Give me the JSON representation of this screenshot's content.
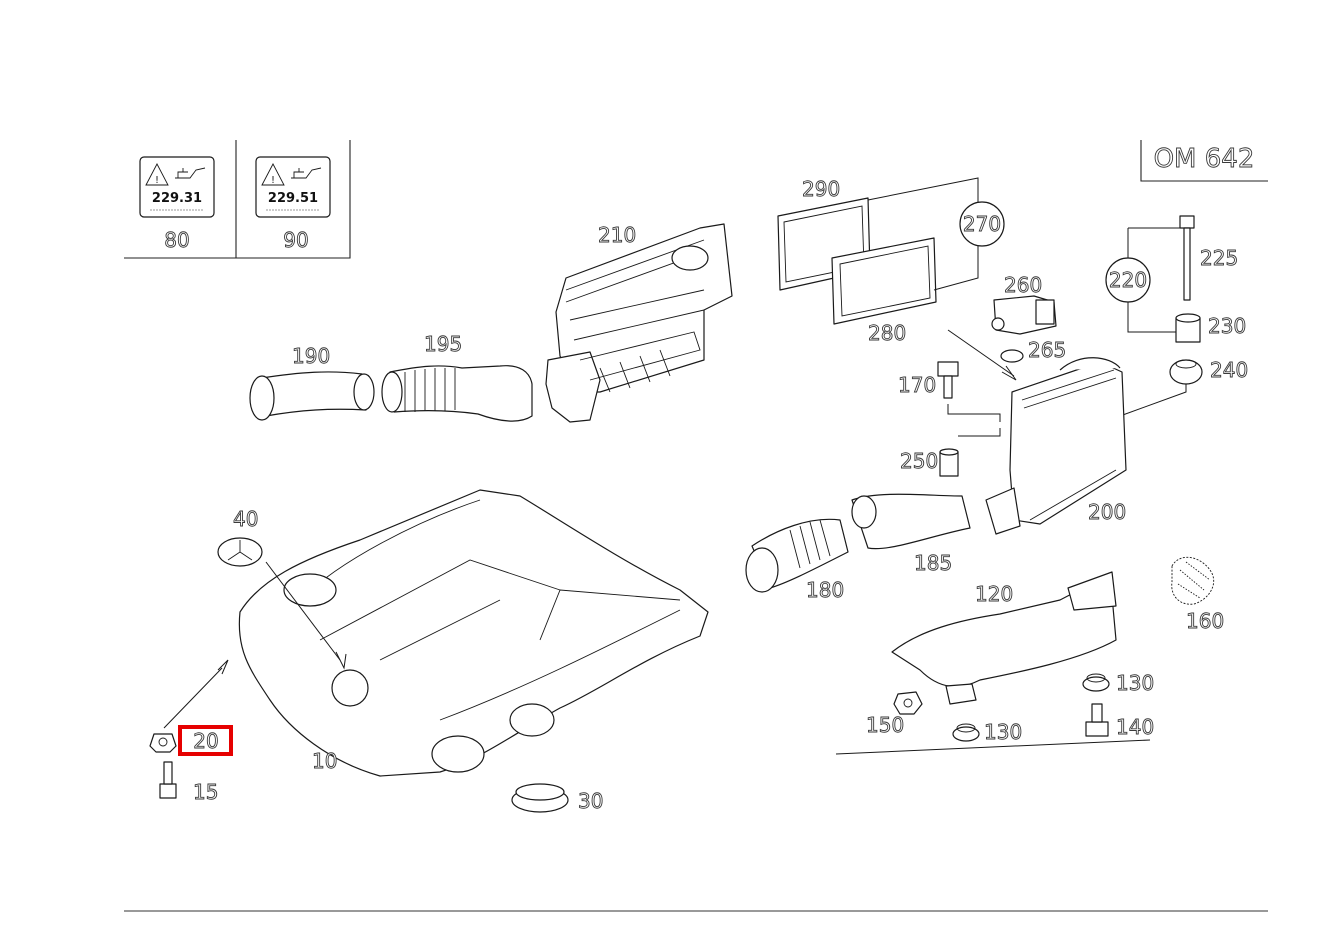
{
  "diagram": {
    "model_label": "OM 642",
    "stickers": [
      {
        "callout": "80",
        "number": "229.31"
      },
      {
        "callout": "90",
        "number": "229.51"
      }
    ],
    "highlighted_callout": "20",
    "callouts": {
      "c10": "10",
      "c15": "15",
      "c20": "20",
      "c30": "30",
      "c40": "40",
      "c120": "120",
      "c130a": "130",
      "c130b": "130",
      "c140": "140",
      "c150": "150",
      "c160": "160",
      "c170": "170",
      "c180": "180",
      "c185": "185",
      "c190": "190",
      "c195": "195",
      "c200": "200",
      "c210": "210",
      "c220": "220",
      "c225": "225",
      "c230": "230",
      "c240": "240",
      "c250": "250",
      "c260": "260",
      "c265": "265",
      "c270": "270",
      "c280": "280",
      "c290": "290"
    }
  }
}
